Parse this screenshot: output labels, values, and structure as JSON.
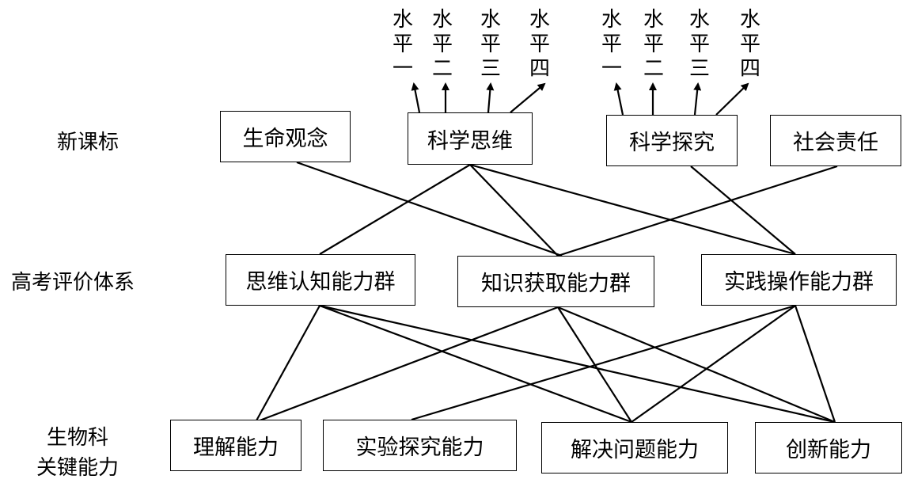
{
  "row_labels": {
    "curriculum": "新课标",
    "exam_system": "高考评价体系",
    "key_ability_line1": "生物科",
    "key_ability_line2": "关键能力"
  },
  "curriculum_items": [
    "生命观念",
    "科学思维",
    "科学探究",
    "社会责任"
  ],
  "levels_thinking": [
    "水平一",
    "水平二",
    "水平三",
    "水平四"
  ],
  "levels_inquiry": [
    "水平一",
    "水平二",
    "水平三",
    "水平四"
  ],
  "exam_groups": [
    "思维认知能力群",
    "知识获取能力群",
    "实践操作能力群"
  ],
  "key_abilities": [
    "理解能力",
    "实验探究能力",
    "解决问题能力",
    "创新能力"
  ]
}
